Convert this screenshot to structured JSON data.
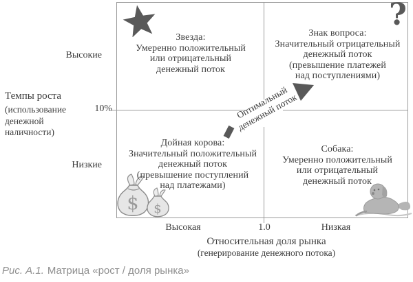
{
  "colors": {
    "accent_dark": "#595959",
    "line": "#9a9a9a",
    "text": "#3d3d3d",
    "caption": "#8f8f8f",
    "bag_fill": "#e6e6e6",
    "dog_fill": "#b5b5b5"
  },
  "y_axis": {
    "title": "Темпы роста",
    "subtitle_lines": [
      "(использование",
      "денежной",
      "наличности)"
    ],
    "high": "Высокие",
    "mid": "10%",
    "low": "Низкие"
  },
  "x_axis": {
    "title": "Относительная доля рынка",
    "subtitle": "(генерирование денежного потока)",
    "high": "Высокая",
    "mid": "1.0",
    "low": "Низкая"
  },
  "matrix": {
    "quadrants": {
      "star": {
        "icon": "star-icon",
        "lines": [
          "Звезда:",
          "Умеренно положительный",
          "или отрицательный",
          "денежный поток"
        ]
      },
      "question": {
        "icon": "question-mark-icon",
        "lines": [
          "Знак вопроса:",
          "Значительный отрицательный",
          "денежный поток",
          "(превышение платежей",
          "над поступлениями)"
        ]
      },
      "cow": {
        "icon": "money-bags-icon",
        "lines": [
          "Дойная корова:",
          "Значительный положительный",
          "денежный поток",
          "(превышение поступлений",
          "над платежами)"
        ]
      },
      "dog": {
        "icon": "dog-icon",
        "lines": [
          "Собака:",
          "Умеренно положительный",
          "или отрицательный",
          "денежный поток"
        ]
      }
    }
  },
  "arrow": {
    "label_lines": [
      "Оптимальный",
      "денежный поток"
    ]
  },
  "icons": {
    "question_glyph": "?",
    "money_symbol": "$"
  },
  "caption": {
    "prefix": "Рис. А.1.",
    "text": "Матрица «рост / доля рынка»"
  }
}
